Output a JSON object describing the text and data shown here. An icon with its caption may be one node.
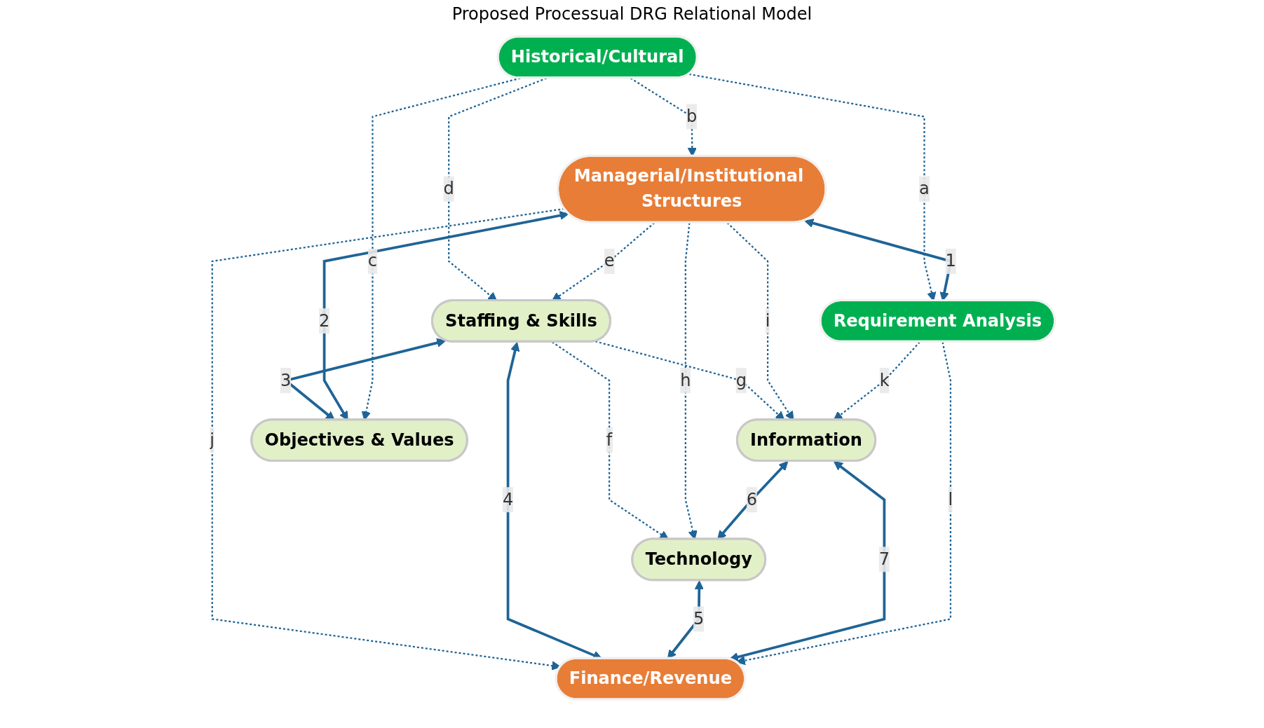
{
  "diagram": {
    "title": "Proposed Processual DRG Relational Model",
    "nodes": [
      {
        "text": [
          "Information"
        ]
      },
      {
        "text": [
          "Finance/Revenue"
        ]
      },
      {
        "text": [
          "Requirement Analysis"
        ]
      },
      {
        "text": [
          "Technology"
        ]
      },
      {
        "text": [
          "Managerial/Institutional Structures"
        ]
      },
      {
        "text": [
          "Historical/Cultural"
        ]
      },
      {
        "text": [
          "Staffing & Skills"
        ]
      },
      {
        "text": [
          "Objectives & Values"
        ]
      }
    ],
    "edges": [
      {
        "from": 2,
        "to": 0,
        "arrow": "to",
        "label": "k",
        "style": "dashed"
      },
      {
        "from": 2,
        "to": 1,
        "arrow": "to",
        "label": "l",
        "style": "dashed"
      },
      {
        "from": 0,
        "to": 1,
        "arrow": "both",
        "label": "7"
      },
      {
        "from": 4,
        "to": 0,
        "arrow": "to",
        "label": "i",
        "style": "dashed"
      },
      {
        "from": 3,
        "to": 1,
        "arrow": "both",
        "label": "5"
      },
      {
        "from": 6,
        "to": 1,
        "arrow": "both",
        "label": "4"
      },
      {
        "from": 4,
        "to": 1,
        "arrow": "to",
        "label": "j",
        "style": "dashed"
      },
      {
        "from": 4,
        "to": 2,
        "arrow": "both",
        "label": "1"
      },
      {
        "from": 5,
        "to": 2,
        "arrow": "to",
        "label": "a",
        "style": "dashed"
      },
      {
        "from": 0,
        "to": 3,
        "arrow": "both",
        "label": "6"
      },
      {
        "from": 6,
        "to": 0,
        "arrow": "to",
        "label": "g",
        "style": "dashed"
      },
      {
        "from": 4,
        "to": 3,
        "arrow": "to",
        "label": "h",
        "style": "dashed"
      },
      {
        "from": 5,
        "to": 4,
        "arrow": "to",
        "label": "b",
        "style": "dashed"
      },
      {
        "from": 5,
        "to": 7,
        "arrow": "to",
        "label": "c",
        "style": "dashed"
      },
      {
        "from": 6,
        "to": 3,
        "arrow": "to",
        "label": "f",
        "style": "dashed"
      },
      {
        "from": 4,
        "to": 6,
        "arrow": "to",
        "label": "e",
        "style": "dashed"
      },
      {
        "from": 4,
        "to": 7,
        "arrow": "both",
        "label": "2"
      },
      {
        "from": 6,
        "to": 7,
        "arrow": "both",
        "label": "3"
      },
      {
        "from": 5,
        "to": 6,
        "arrow": "to",
        "label": "d",
        "style": "dashed"
      }
    ]
  }
}
